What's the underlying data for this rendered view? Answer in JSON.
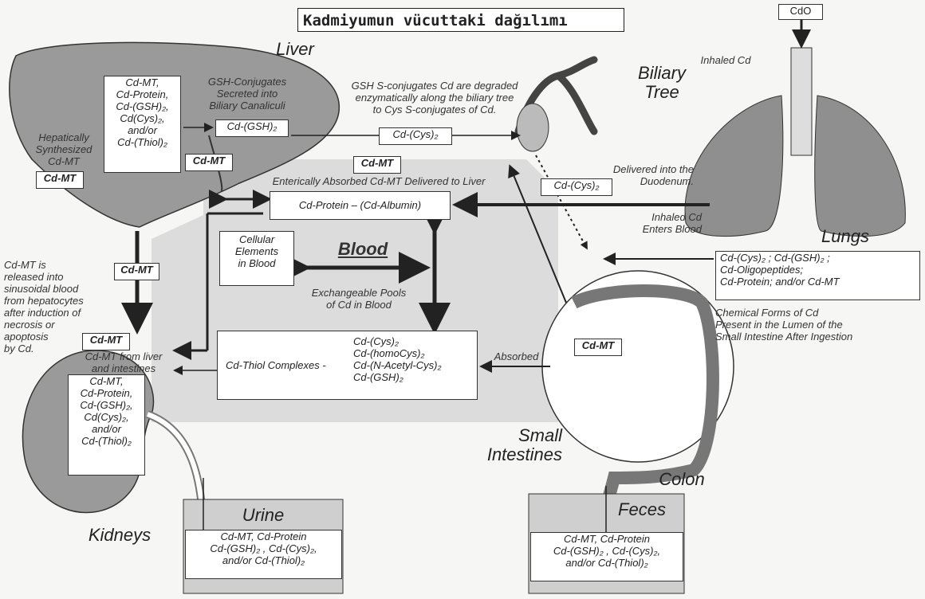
{
  "title": "Kadmiyumun vücuttaki dağılımı",
  "organs": {
    "liver": "Liver",
    "biliary": "Biliary\nTree",
    "lungs": "Lungs",
    "kidneys": "Kidneys",
    "small_int": "Small\nIntestines",
    "colon": "Colon"
  },
  "liver_box": "Cd-MT,\nCd-Protein,\nCd-(GSH)₂,\nCd(Cys)₂,\nand/or\nCd-(Thiol)₂",
  "gsh_conj_label": "GSH-Conjugates\nSecreted into\nBiliary Canaliculi",
  "cd_gsh2": "Cd-(GSH)₂",
  "gsh_degraded": "GSH S-conjugates Cd are degraded\nenzymatically along the biliary tree\nto Cys S-conjugates of Cd.",
  "cd_cys2_bile": "Cd-(Cys)₂",
  "cd_cys2_duod": "Cd-(Cys)₂",
  "delivered_duod": "Delivered into the\nDuodenum.",
  "hep_synth": "Hepatically\nSynthesized\nCd-MT",
  "cdmt": "Cd-MT",
  "enteric": "Enterically Absorbed Cd-MT Delivered to Liver",
  "cd_protein": "Cd-Protein – (Cd-Albumin)",
  "blood": "Blood",
  "cellular": "Cellular\nElements\nin Blood",
  "exch_pools": "Exchangeable Pools\nof Cd in Blood",
  "cdo": "CdO",
  "inhaled_cd": "Inhaled Cd",
  "inhaled_enters": "Inhaled Cd\nEnters Blood",
  "lumen_box": "Cd-(Cys)₂ ; Cd-(GSH)₂ ;\nCd-Oligopeptides;\nCd-Protein; and/or Cd-MT",
  "lumen_caption": "Chemical Forms of Cd\nPresent in the Lumen of the\nSmall Intestine After Ingestion",
  "released_text": "Cd-MT is\nreleased into\nsinusoidal blood\nfrom hepatocytes\nafter induction of\nnecrosis or\napoptosis\nby Cd.",
  "from_liver_int": "Cd-MT from liver\nand intestines",
  "kidney_box": "Cd-MT,\nCd-Protein,\nCd-(GSH)₂,\nCd(Cys)₂,\nand/or\nCd-(Thiol)₂",
  "thiol_label": "Cd-Thiol Complexes -",
  "thiol_list": "Cd-(Cys)₂\nCd-(homoCys)₂\nCd-(N-Acetyl-Cys)₂\nCd-(GSH)₂",
  "absorbed": "Absorbed",
  "urine": "Urine",
  "urine_box": "Cd-MT, Cd-Protein\nCd-(GSH)₂ , Cd-(Cys)₂,\nand/or Cd-(Thiol)₂",
  "feces": "Feces",
  "feces_box": "Cd-MT, Cd-Protein\nCd-(GSH)₂ , Cd-(Cys)₂,\nand/or Cd-(Thiol)₂"
}
